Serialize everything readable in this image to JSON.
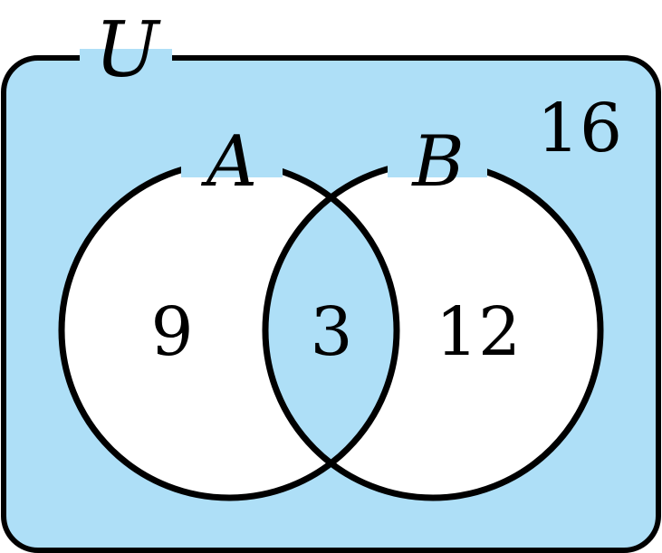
{
  "diagram": {
    "universe_label": "U",
    "set_a_label": "A",
    "set_b_label": "B",
    "only_a_count": "9",
    "intersection_count": "3",
    "only_b_count": "12",
    "outside_count": "16"
  },
  "colors": {
    "shaded_region": "#aedff7",
    "unshaded_region": "#ffffff",
    "outline": "#000000"
  }
}
